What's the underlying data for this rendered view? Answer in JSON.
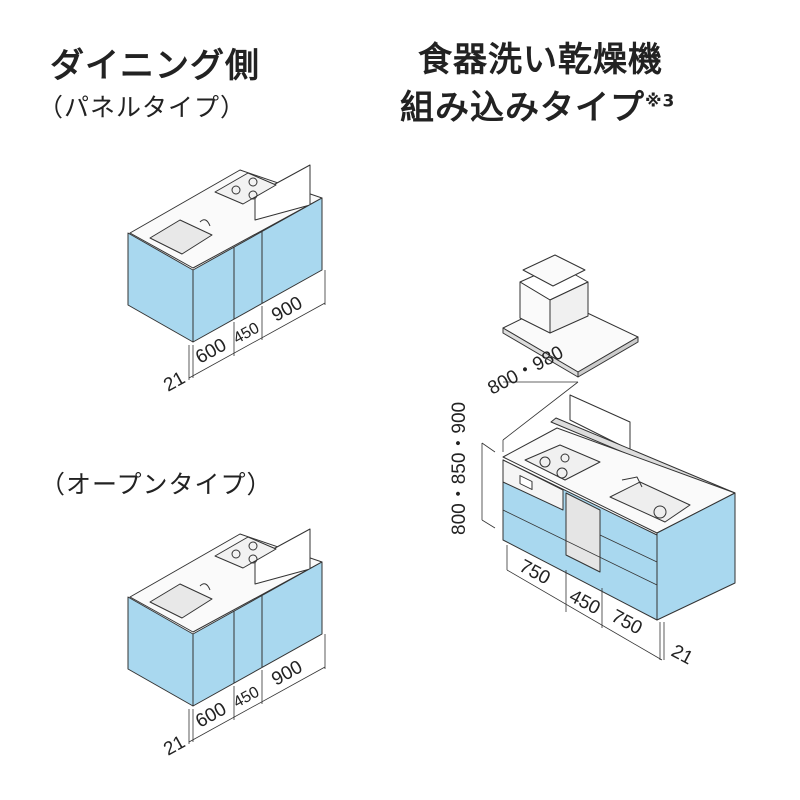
{
  "left": {
    "title": "ダイニング側",
    "panel_subtitle": "（パネルタイプ）",
    "open_subtitle": "（オープンタイプ）",
    "dims": [
      "21",
      "600",
      "450",
      "900"
    ]
  },
  "right": {
    "title_line1": "食器洗い乾燥機",
    "title_line2": "組み込みタイプ",
    "note": "※3",
    "hood_height": "800・980",
    "counter_height": "800・850・900",
    "dims": [
      "750",
      "450",
      "750",
      "21"
    ]
  },
  "colors": {
    "cabinet": "#a9d8ef",
    "line": "#333333"
  }
}
